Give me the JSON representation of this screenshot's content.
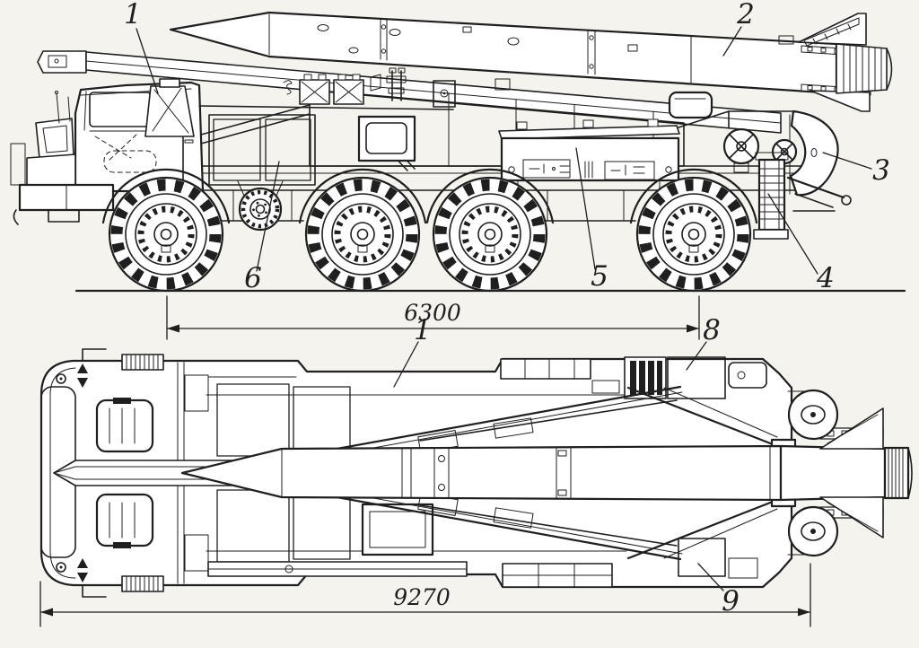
{
  "palette": {
    "paper": "#f4f3ee",
    "ink": "#1f1f1f"
  },
  "callouts": {
    "side": [
      "1",
      "2",
      "3",
      "4",
      "5",
      "6"
    ],
    "plan": [
      "1",
      "8",
      "9"
    ]
  },
  "dimensions": {
    "upper": "6300",
    "lower": "9270"
  }
}
